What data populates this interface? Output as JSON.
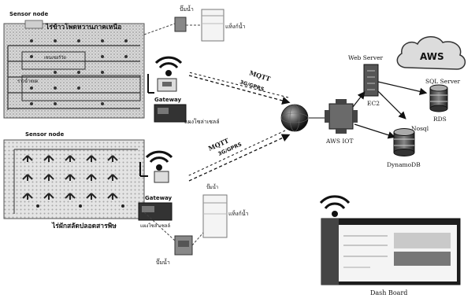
{
  "farm_top": {
    "title": "ไร่ข้าวโพดหวานภาคเหนือ",
    "sensor_label": "Sensor node",
    "inner_label": "เซนเซอร์วัด",
    "row_label": "ราวน้ำหยด",
    "gateway_label": "Gateway",
    "pump_label": "ปั๊มน้ำ",
    "tank_label": "แท็งก์น้ำ",
    "bottom_caption": "แผงโซล่าเซลล์"
  },
  "farm_bottom": {
    "title": "ไร่ผักสลัดปลอดสารพิษ",
    "sensor_label": "Sensor node",
    "gateway_label": "Gateway",
    "gateway_caption": "แผงโซล่าเซลล์",
    "pump_top_label": "ปั๊มน้ำ",
    "tank_label": "แท็งก์น้ำ",
    "pump_label": "ปั๊มน้ำ"
  },
  "links": {
    "top_protocol": "MQTT",
    "top_network": "3G/GPRS",
    "bottom_protocol": "MQTT",
    "bottom_network": "3G/GPRS"
  },
  "cloud": {
    "aws_label": "AWS",
    "webserver_label": "Web Server",
    "ec2_label": "EC2",
    "sqlserver_label": "SQL Server",
    "rds_label": "RDS",
    "nosql_label": "Nosql",
    "dynamodb_label": "DynamoDB",
    "awsiot_label": "AWS IOT"
  },
  "dashboard": {
    "label": "Dash Board"
  }
}
